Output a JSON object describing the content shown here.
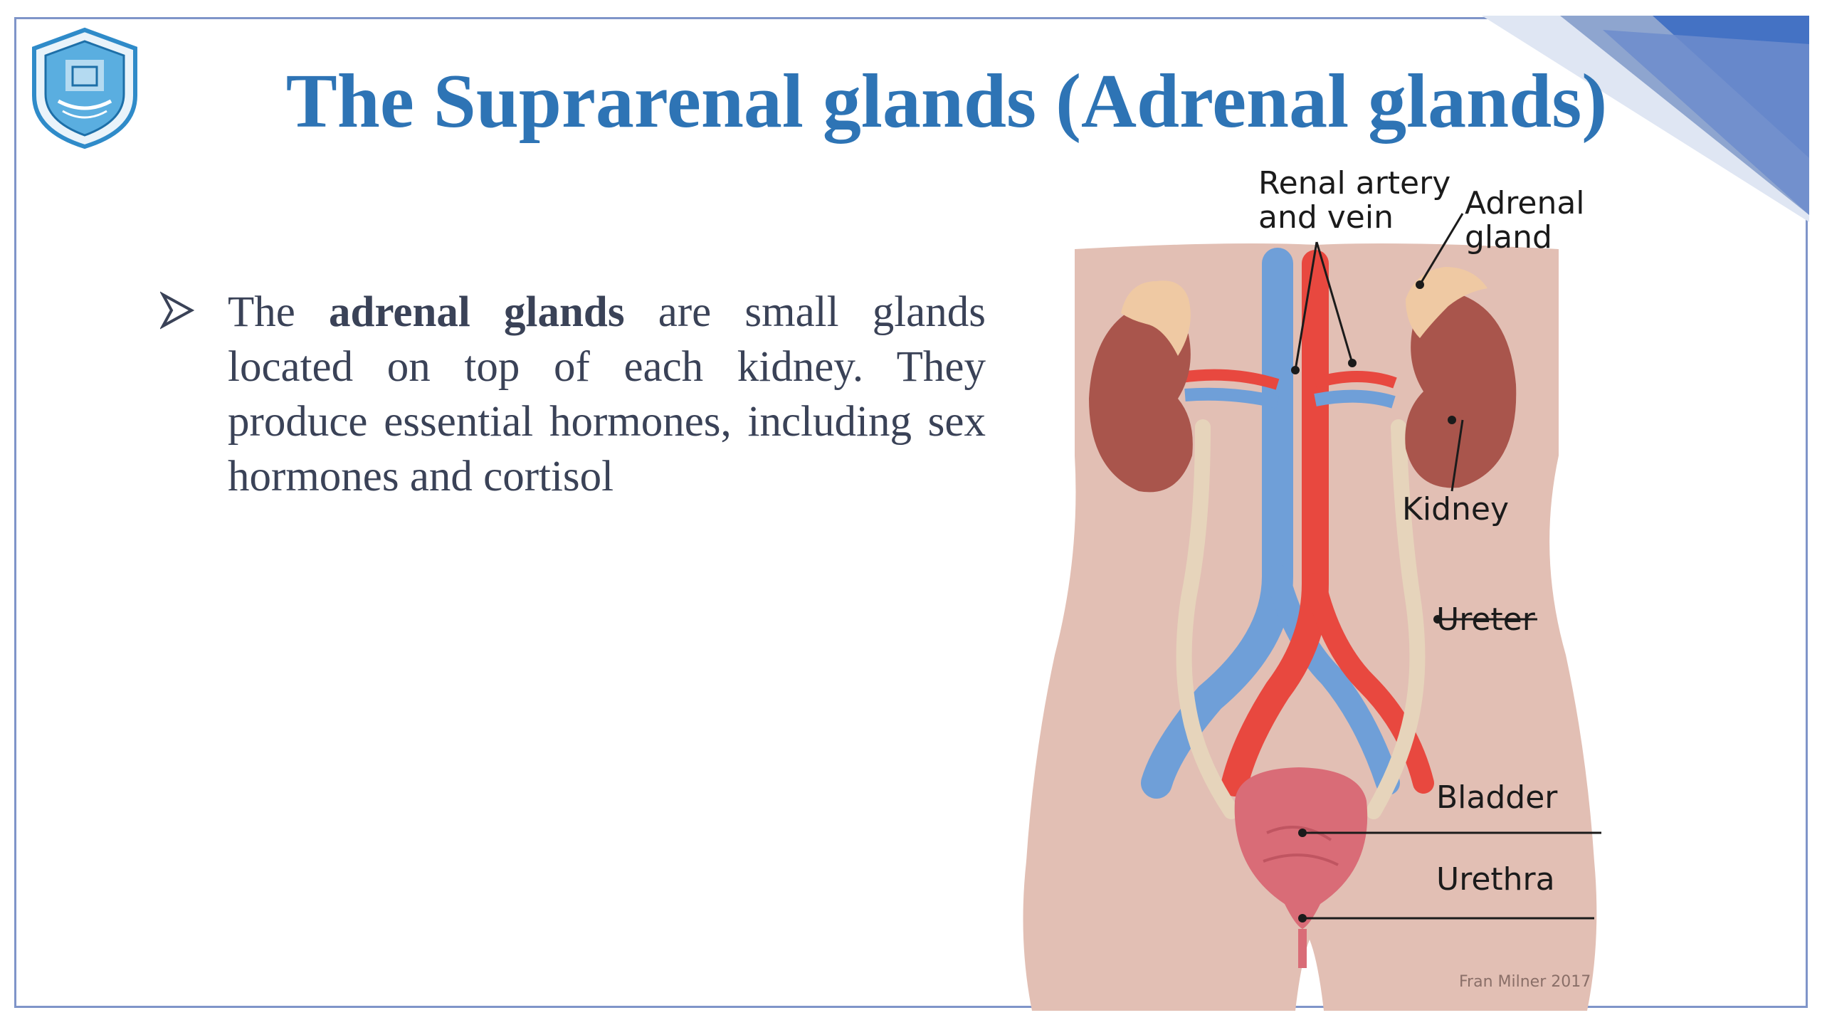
{
  "slide": {
    "title": "The Suprarenal glands (Adrenal glands)",
    "colors": {
      "title": "#2e74b5",
      "accent": "#4472c4",
      "frame": "#7f95c9",
      "body_text": "#3a4257"
    }
  },
  "logo": {
    "icon": "university-seal-icon"
  },
  "bullet": {
    "icon": "arrowhead-bullet-icon",
    "text_before": "The ",
    "bold_phrase": "adrenal glands",
    "text_after": " are small glands located on top of each kidney. They produce essential hormones, including sex hormones and cortisol"
  },
  "figure": {
    "labels": {
      "renal_line1": "Renal artery",
      "renal_line2": "and vein",
      "adrenal_line1": "Adrenal",
      "adrenal_line2": "gland",
      "kidney": "Kidney",
      "ureter": "Ureter",
      "bladder": "Bladder",
      "urethra": "Urethra"
    },
    "credit": "Fran Milner 2017",
    "colors": {
      "skin": "#e2bfb4",
      "kidney": "#a9554c",
      "artery": "#e8483f",
      "vein": "#6f9fd8",
      "ureter": "#e6d4bb",
      "adrenal": "#efc9a3",
      "bladder": "#d96c77"
    }
  }
}
